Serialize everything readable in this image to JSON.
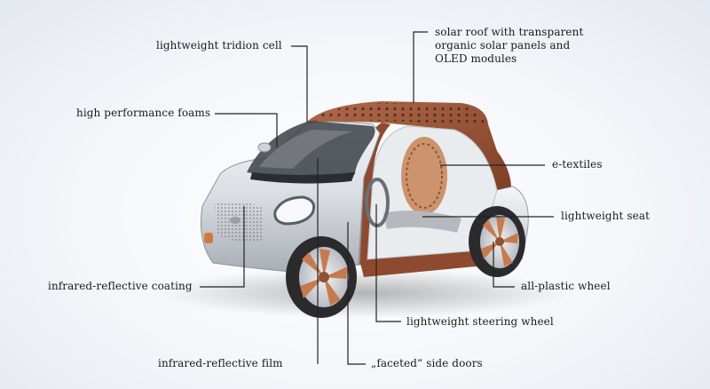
{
  "labels": {
    "tridion": "lightweight tridion cell",
    "foams": "high performance foams",
    "coating": "infrared-reflective coating",
    "film": "infrared-reflective film",
    "doors": "„faceted“ side doors",
    "steering": "lightweight steering wheel",
    "wheel": "all-plastic wheel",
    "seat": "lightweight seat",
    "textiles": "e-textiles",
    "roof": [
      "solar roof with transparent",
      "organic solar panels and",
      "OLED modules"
    ]
  },
  "colors": {
    "body_silver": "#d9dde2",
    "roof_copper": "#9a5436",
    "tire": "#2b2b2d",
    "rim_copper": "#c77a4e",
    "leader": "#222222"
  }
}
